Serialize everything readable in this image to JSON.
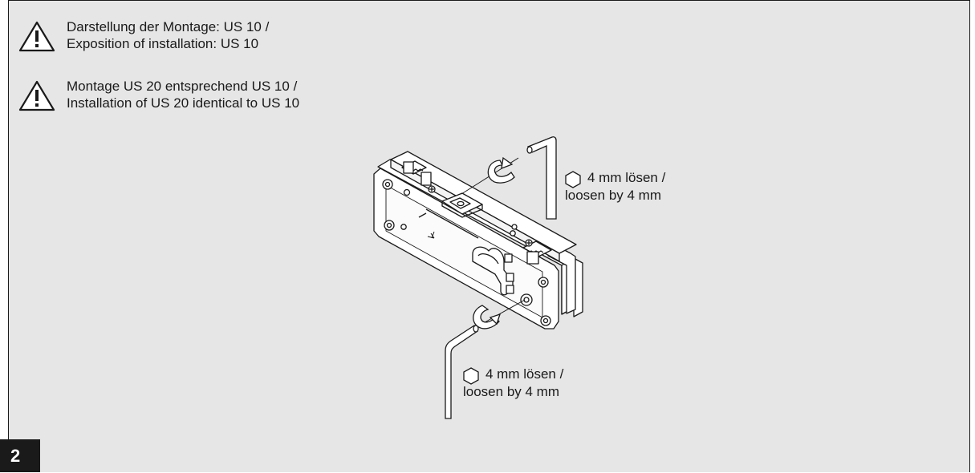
{
  "notes": [
    {
      "icon": "warning-icon",
      "line1": "Darstellung der Montage: US 10 /",
      "line2": "Exposition of installation: US 10"
    },
    {
      "icon": "warning-icon",
      "line1": "Montage US 20 entsprechend US 10 /",
      "line2": "Installation of US 20 identical to US 10"
    }
  ],
  "labels": {
    "top": {
      "icon": "hexagon-icon",
      "line1": "4 mm lösen /",
      "line2": "loosen by 4 mm"
    },
    "bottom": {
      "icon": "hexagon-icon",
      "line1": "4 mm lösen /",
      "line2": "loosen by 4 mm"
    }
  },
  "step": "2",
  "colors": {
    "background": "#e6e6e6",
    "ink": "#1a1a1a",
    "badge": "#1a1a1a",
    "part": "#ffffff"
  }
}
